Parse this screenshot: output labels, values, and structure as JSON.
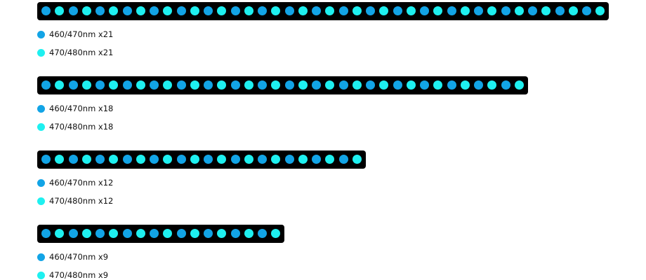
{
  "colors": {
    "strip": "#000000",
    "led_460_470": "#12a4e6",
    "led_470_480": "#1ef0f0"
  },
  "strips": [
    {
      "led_count": 42,
      "legend": [
        {
          "label": "460/470nm x21",
          "color": "#12a4e6"
        },
        {
          "label": "470/480nm x21",
          "color": "#1ef0f0"
        }
      ]
    },
    {
      "led_count": 36,
      "legend": [
        {
          "label": "460/470nm x18",
          "color": "#12a4e6"
        },
        {
          "label": "470/480nm x18",
          "color": "#1ef0f0"
        }
      ]
    },
    {
      "led_count": 24,
      "legend": [
        {
          "label": "460/470nm x12",
          "color": "#12a4e6"
        },
        {
          "label": "470/480nm x12",
          "color": "#1ef0f0"
        }
      ]
    },
    {
      "led_count": 18,
      "legend": [
        {
          "label": "460/470nm x9",
          "color": "#12a4e6"
        },
        {
          "label": "470/480nm x9",
          "color": "#1ef0f0"
        }
      ]
    }
  ]
}
